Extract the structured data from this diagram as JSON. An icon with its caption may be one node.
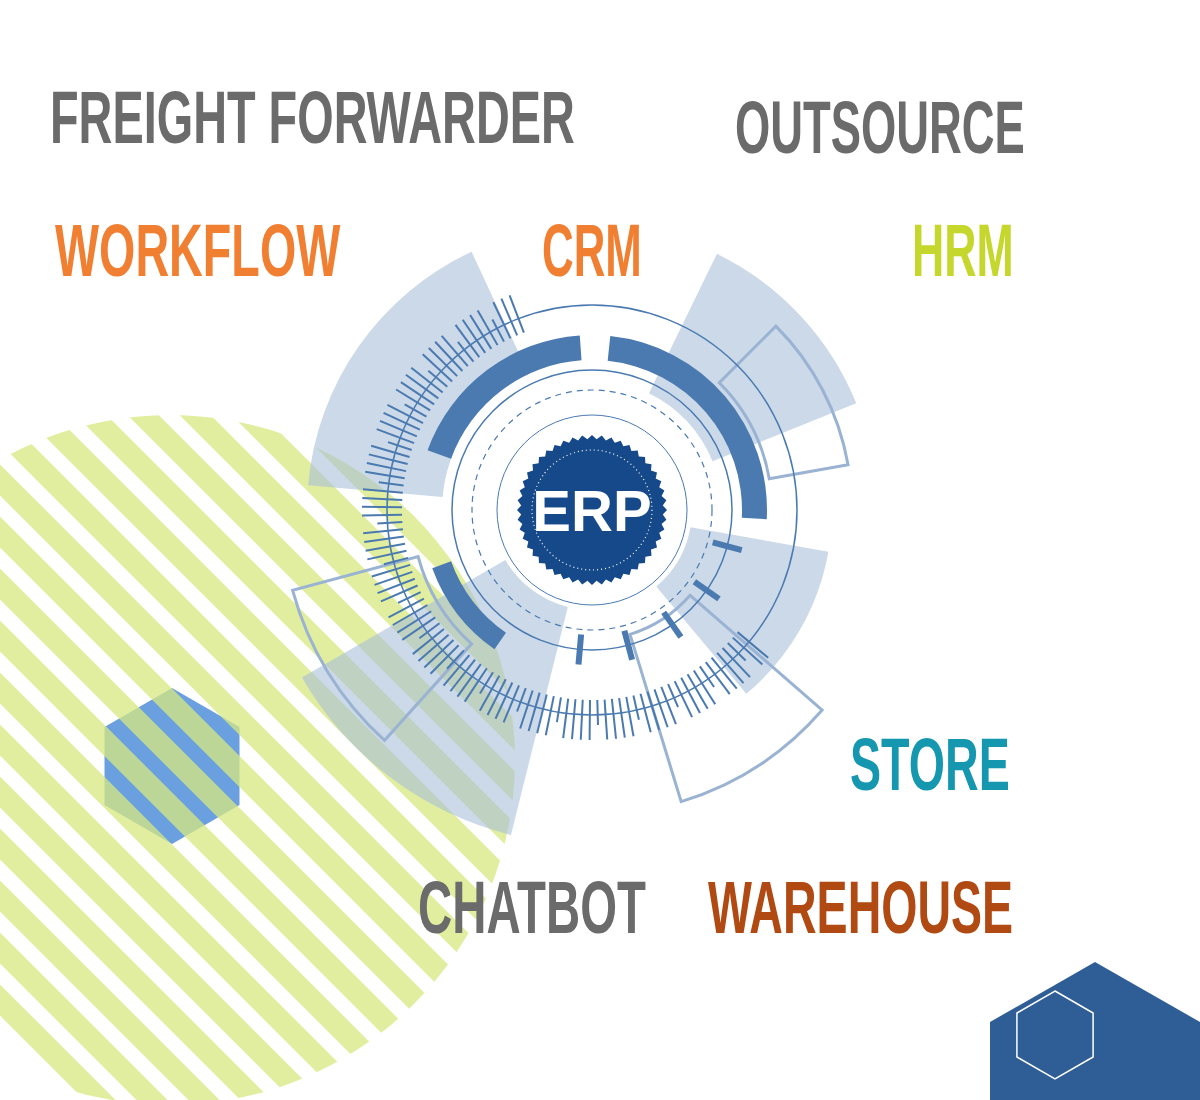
{
  "diagram": {
    "nodes": [
      {
        "text": [
          "ERP"
        ]
      }
    ],
    "labels": [
      "FREIGHT FORWARDER",
      "OUTSOURCE",
      "WORKFLOW",
      "CRM",
      "HRM",
      "STORE",
      "CHATBOT",
      "WAREHOUSE"
    ]
  }
}
